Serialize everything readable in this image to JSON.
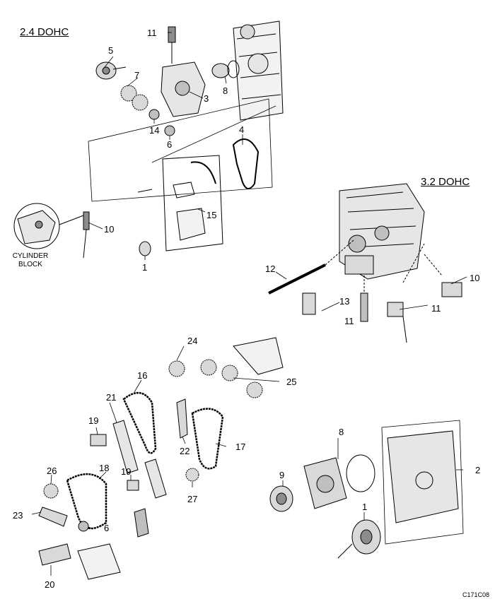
{
  "sections": {
    "dohc24": "2.4 DOHC",
    "dohc32": "3.2 DOHC"
  },
  "labels": {
    "n1": "1",
    "n2": "2",
    "n3": "3",
    "n4": "4",
    "n5": "5",
    "n6": "6",
    "n7": "7",
    "n8": "8",
    "n9": "9",
    "n10": "10",
    "n11": "11",
    "n12": "12",
    "n13": "13",
    "n14": "14",
    "n15": "15",
    "n16": "16",
    "n17": "17",
    "n18": "18",
    "n19": "19",
    "n20": "20",
    "n21": "21",
    "n22": "22",
    "n23": "23",
    "n24": "24",
    "n25": "25",
    "n26": "26",
    "n27": "27"
  },
  "inset": {
    "line1": "CYLINDER",
    "line2": "BLOCK"
  },
  "figure_code": "C171C08",
  "colors": {
    "line": "#000000",
    "part_fill": "#d9d9d9",
    "part_dark": "#8c8c8c"
  }
}
